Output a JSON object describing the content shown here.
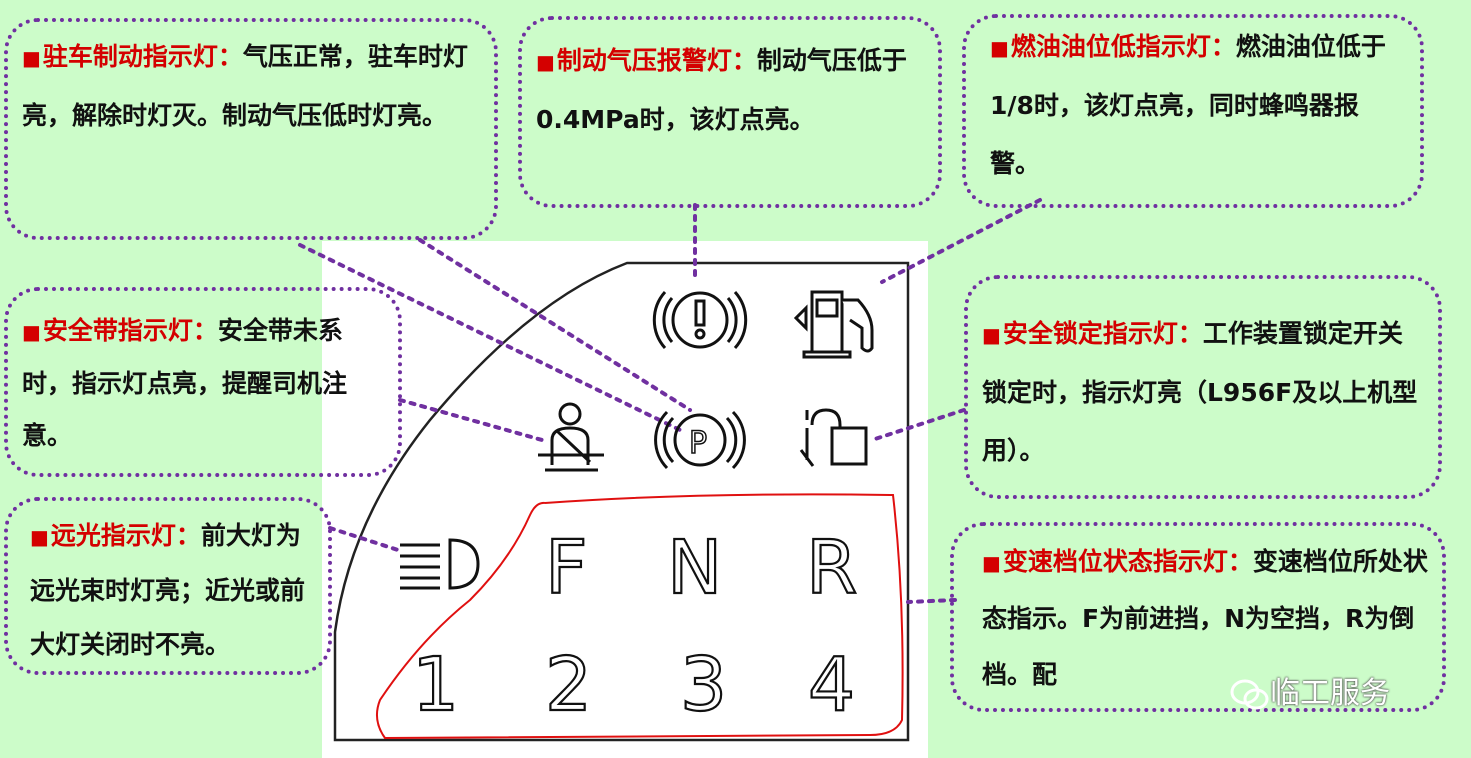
{
  "callouts": {
    "parking_brake": {
      "title": "驻车制动指示灯：",
      "body": "气压正常，驻车时灯亮，解除时灯灭。制动气压低时灯亮。"
    },
    "brake_pressure": {
      "title": "制动气压报警灯：",
      "body": "制动气压低于0.4MPa时，该灯点亮。"
    },
    "fuel_low": {
      "title": "燃油油位低指示灯：",
      "body": "燃油油位低于1/8时，该灯点亮，同时蜂鸣器报警。"
    },
    "seatbelt": {
      "title": "安全带指示灯：",
      "body": "安全带未系时，指示灯点亮，提醒司机注意。"
    },
    "safety_lock": {
      "title": "安全锁定指示灯：",
      "body": "工作装置锁定开关锁定时，指示灯亮（L956F及以上机型用）。"
    },
    "high_beam": {
      "title": "远光指示灯：",
      "body": "前大灯为远光束时灯亮；近光或前大灯关闭时不亮。"
    },
    "gear": {
      "title": "变速档位状态指示灯：",
      "body": "变速档位所处状态指示。F为前进挡，N为空挡，R为倒档。配"
    }
  },
  "gear_letters": [
    "F",
    "N",
    "R"
  ],
  "gear_numbers": [
    "1",
    "2",
    "3",
    "4"
  ],
  "watermark": "临工服务",
  "icons": [
    "brake-warning-icon",
    "fuel-pump-icon",
    "seatbelt-icon",
    "parking-brake-icon",
    "safety-lock-icon",
    "high-beam-icon"
  ],
  "colors": {
    "background": "#ccfcc9",
    "callout_border": "#7030a0",
    "title_red": "#d40000",
    "annotation_red": "#e01010"
  }
}
